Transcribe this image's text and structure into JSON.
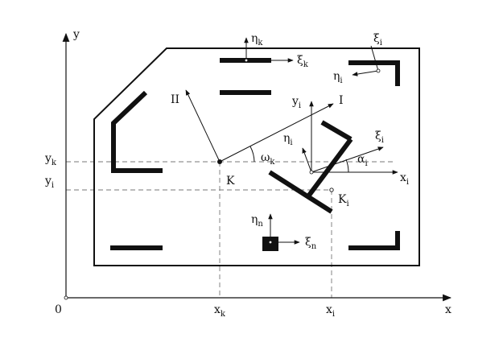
{
  "axes": {
    "x": "x",
    "y": "y",
    "origin": "0"
  },
  "ticks": {
    "x_k": {
      "base": "x",
      "sub": "k"
    },
    "x_i": {
      "base": "x",
      "sub": "i"
    },
    "y_k": {
      "base": "y",
      "sub": "k"
    },
    "y_i": {
      "base": "y",
      "sub": "i"
    }
  },
  "points": {
    "K": "K",
    "K_i": {
      "base": "K",
      "sub": "i"
    }
  },
  "directions": {
    "I": "I",
    "II": "II"
  },
  "frames": {
    "top_bar": {
      "eta": {
        "base": "η",
        "sub": "k"
      },
      "xi": {
        "base": "ξ",
        "sub": "k"
      }
    },
    "top_right_corner": {
      "eta": {
        "base": "η",
        "sub": "i"
      },
      "xi": {
        "base": "ξ",
        "sub": "i"
      }
    },
    "object_i": {
      "eta": {
        "base": "η",
        "sub": "i"
      },
      "xi": {
        "base": "ξ",
        "sub": "i"
      },
      "x_local": {
        "base": "x",
        "sub": "i"
      },
      "y_local": {
        "base": "y",
        "sub": "i"
      }
    },
    "square_n": {
      "eta": {
        "base": "η",
        "sub": "n"
      },
      "xi": {
        "base": "ξ",
        "sub": "n"
      }
    }
  },
  "angles": {
    "omega": {
      "base": "ω",
      "sub": "k"
    },
    "alpha": {
      "base": "α",
      "sub": "i"
    }
  },
  "colors": {
    "stroke": "#111111",
    "dashed": "#777777"
  }
}
